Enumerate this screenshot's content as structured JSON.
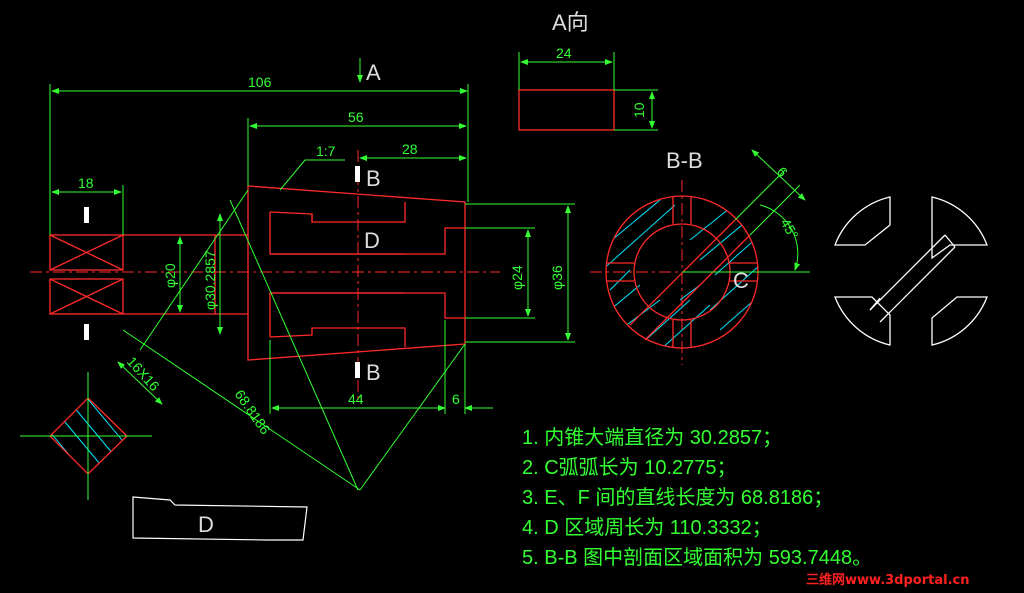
{
  "colors": {
    "background": "#000000",
    "part": "#ff2a2a",
    "dimension": "#33ff33",
    "hatch": "#00e5ff",
    "outline": "#ffffff",
    "watermark": "#ff2020"
  },
  "labels": {
    "view_a_title": "A向",
    "arrow_a": "A",
    "section_title": "B-B",
    "b_top": "B",
    "b_bottom": "B",
    "d_inner": "D",
    "d_profile": "D",
    "c_arc": "C"
  },
  "dimensions": {
    "len_106": "106",
    "len_56": "56",
    "len_28": "28",
    "taper": "1:7",
    "len_18": "18",
    "len_44": "44",
    "len_6_bottom": "6",
    "len_24_view": "24",
    "h_10_view": "10",
    "dia_20": "φ20",
    "dia_30": "φ30.2857",
    "dia_24": "φ24",
    "dia_36": "φ36",
    "sq_16": "16X16",
    "diag_688": "68.8186",
    "slot_6": "6",
    "angle_45": "45°"
  },
  "notes": [
    "1. 内锥大端直径为 30.2857；",
    "2. C弧弧长为 10.2775；",
    "3. E、F 间的直线长度为 68.8186；",
    "4. D 区域周长为 110.3332；",
    "5. B-B 图中剖面区域面积为 593.7448。"
  ],
  "watermark": "三维网www.3dportal.cn"
}
